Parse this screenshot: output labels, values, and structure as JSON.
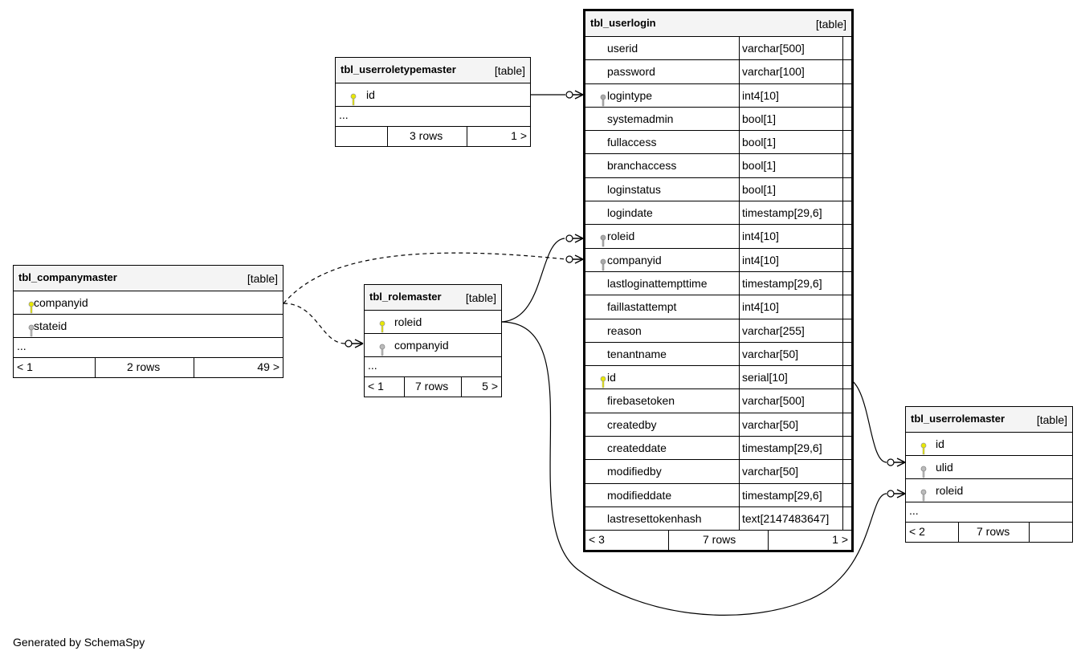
{
  "colors": {
    "primary_key": "#e8e800",
    "foreign_key": "#aaaaaa",
    "header_bg": "#f4f4f4"
  },
  "footer_text": "Generated by SchemaSpy",
  "tables": {
    "userlogin": {
      "name": "tbl_userlogin",
      "kind": "[table]",
      "columns": [
        {
          "name": "userid",
          "type": "varchar[500]",
          "key": "none"
        },
        {
          "name": "password",
          "type": "varchar[100]",
          "key": "none"
        },
        {
          "name": "logintype",
          "type": "int4[10]",
          "key": "fk"
        },
        {
          "name": "systemadmin",
          "type": "bool[1]",
          "key": "none"
        },
        {
          "name": "fullaccess",
          "type": "bool[1]",
          "key": "none"
        },
        {
          "name": "branchaccess",
          "type": "bool[1]",
          "key": "none"
        },
        {
          "name": "loginstatus",
          "type": "bool[1]",
          "key": "none"
        },
        {
          "name": "logindate",
          "type": "timestamp[29,6]",
          "key": "none"
        },
        {
          "name": "roleid",
          "type": "int4[10]",
          "key": "fk"
        },
        {
          "name": "companyid",
          "type": "int4[10]",
          "key": "fk"
        },
        {
          "name": "lastloginattempttime",
          "type": "timestamp[29,6]",
          "key": "none"
        },
        {
          "name": "faillastattempt",
          "type": "int4[10]",
          "key": "none"
        },
        {
          "name": "reason",
          "type": "varchar[255]",
          "key": "none"
        },
        {
          "name": "tenantname",
          "type": "varchar[50]",
          "key": "none"
        },
        {
          "name": "id",
          "type": "serial[10]",
          "key": "pk"
        },
        {
          "name": "firebasetoken",
          "type": "varchar[500]",
          "key": "none"
        },
        {
          "name": "createdby",
          "type": "varchar[50]",
          "key": "none"
        },
        {
          "name": "createddate",
          "type": "timestamp[29,6]",
          "key": "none"
        },
        {
          "name": "modifiedby",
          "type": "varchar[50]",
          "key": "none"
        },
        {
          "name": "modifieddate",
          "type": "timestamp[29,6]",
          "key": "none"
        },
        {
          "name": "lastresettokenhash",
          "type": "text[2147483647]",
          "key": "none"
        }
      ],
      "footer": {
        "left": "< 3",
        "mid": "7 rows",
        "right": "1 >"
      }
    },
    "userroletypemaster": {
      "name": "tbl_userroletypemaster",
      "kind": "[table]",
      "columns": [
        {
          "name": "id",
          "key": "pk"
        }
      ],
      "more": "...",
      "footer": {
        "left": "",
        "mid": "3 rows",
        "right": "1 >"
      }
    },
    "companymaster": {
      "name": "tbl_companymaster",
      "kind": "[table]",
      "columns": [
        {
          "name": "companyid",
          "key": "pk"
        },
        {
          "name": "stateid",
          "key": "fk"
        }
      ],
      "more": "...",
      "footer": {
        "left": "< 1",
        "mid": "2 rows",
        "right": "49 >"
      }
    },
    "rolemaster": {
      "name": "tbl_rolemaster",
      "kind": "[table]",
      "columns": [
        {
          "name": "roleid",
          "key": "pk"
        },
        {
          "name": "companyid",
          "key": "fk"
        }
      ],
      "more": "...",
      "footer": {
        "left": "< 1",
        "mid": "7 rows",
        "right": "5 >"
      }
    },
    "userrolemaster": {
      "name": "tbl_userrolemaster",
      "kind": "[table]",
      "columns": [
        {
          "name": "id",
          "key": "pk"
        },
        {
          "name": "ulid",
          "key": "fk"
        },
        {
          "name": "roleid",
          "key": "fk"
        }
      ],
      "more": "...",
      "footer": {
        "left": "< 2",
        "mid": "7 rows",
        "right": ""
      }
    }
  }
}
